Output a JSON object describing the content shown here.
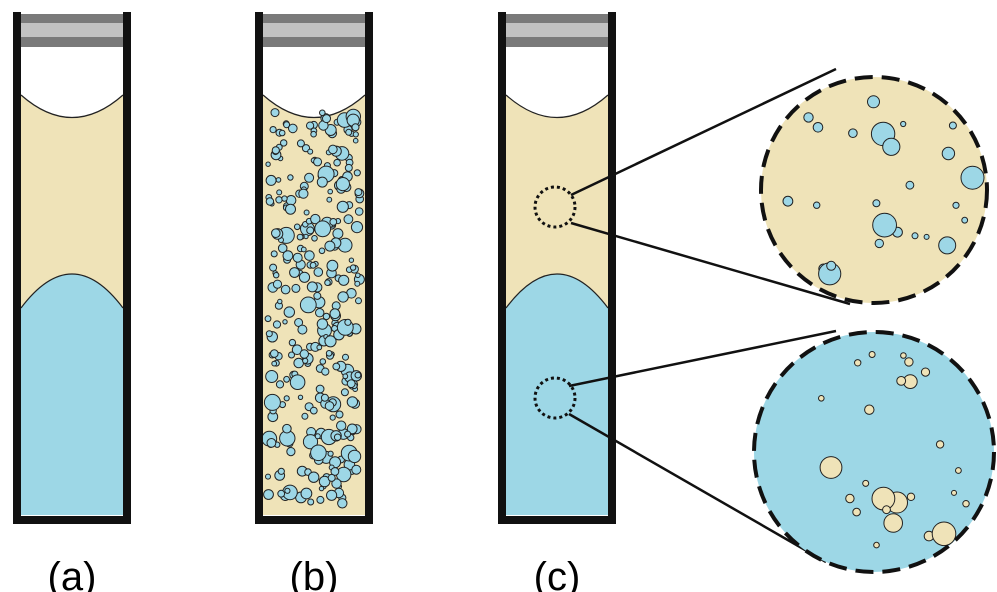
{
  "panels": [
    {
      "label": "(a)",
      "state": "phase-separated"
    },
    {
      "label": "(b)",
      "state": "emulsified"
    },
    {
      "label": "(c)",
      "state": "phase-separated-with-microdroplets"
    }
  ],
  "colors": {
    "upper_phase": "#efe3b8",
    "lower_phase": "#9dd7e6",
    "tube_wall": "#111111",
    "cap_dark": "#7a7a7a",
    "cap_light": "#c2c2c2",
    "outline": "#222222"
  }
}
